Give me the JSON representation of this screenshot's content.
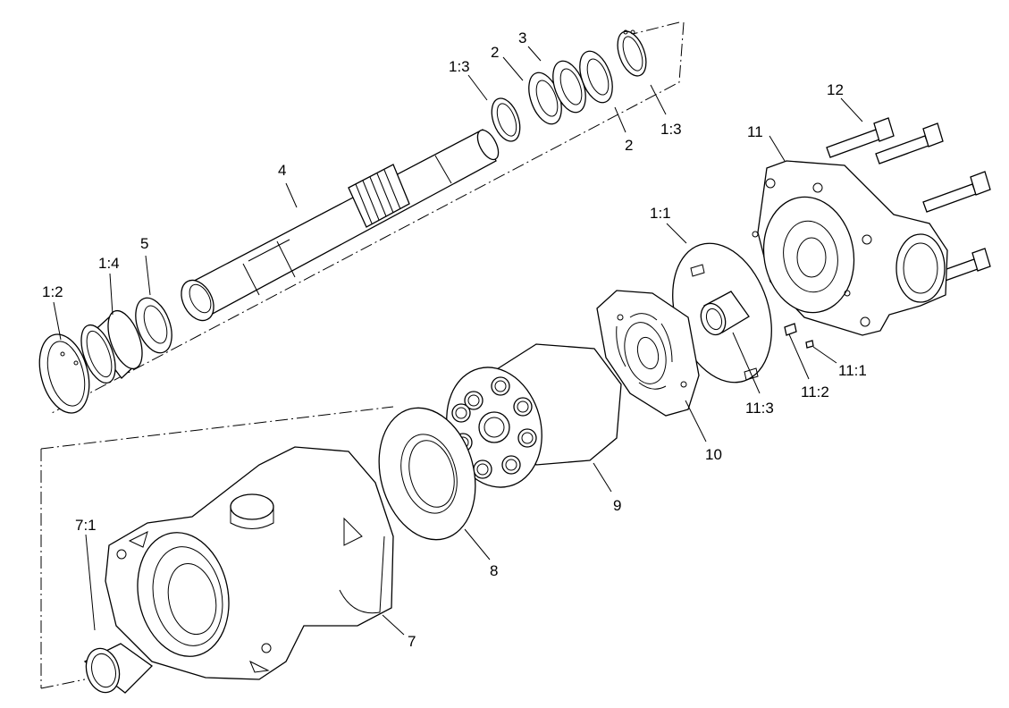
{
  "labels": {
    "ring_13_top": "1:3",
    "washer_2_top": "2",
    "spacer_3": "3",
    "washer_2_bottom": "2",
    "ring_13_right": "1:3",
    "shaft_4": "4",
    "ring_12": "1:2",
    "bearing_14": "1:4",
    "washer_5": "5",
    "port_plate_11": "1:1",
    "bolt_12": "12",
    "end_cap_11": "11",
    "bearing_113": "11:3",
    "pin_112": "11:2",
    "pin_111": "11:1",
    "valve_plate_10": "10",
    "cylinder_block_9": "9",
    "thrust_plate_8": "8",
    "housing_7": "7",
    "bearing_71": "7:1"
  },
  "colors": {
    "line": "#000000",
    "background": "#ffffff"
  }
}
